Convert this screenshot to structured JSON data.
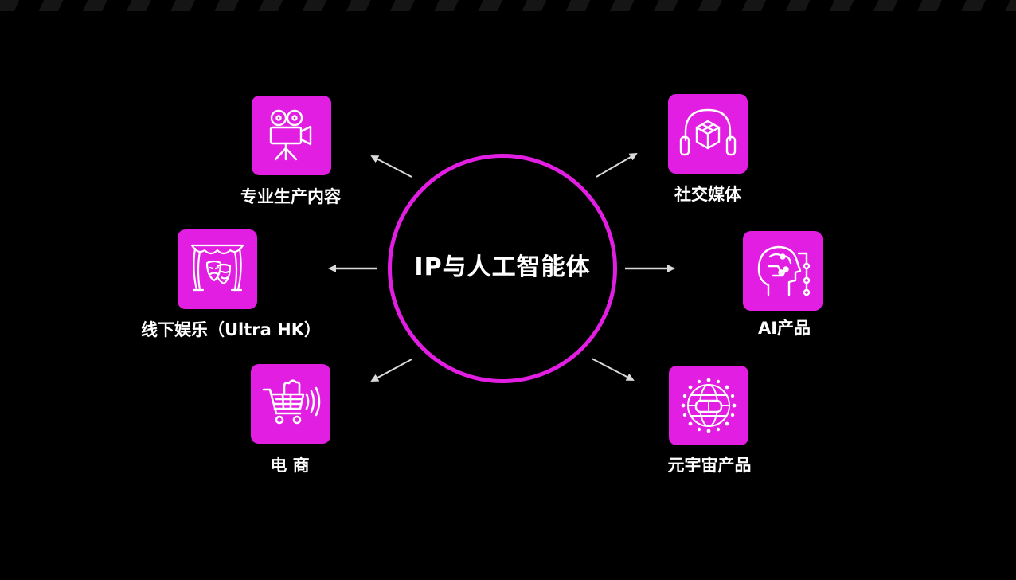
{
  "center": {
    "title": "IP与人工智能体"
  },
  "nodes": [
    {
      "id": "pgc",
      "label": "专业生产内容",
      "icon": "film-camera-icon"
    },
    {
      "id": "offline",
      "label": "线下娱乐（Ultra HK）",
      "icon": "theater-masks-icon"
    },
    {
      "id": "ecommerce",
      "label": "电 商",
      "icon": "shopping-cart-icon"
    },
    {
      "id": "social",
      "label": "社交媒体",
      "icon": "headphones-cube-icon"
    },
    {
      "id": "ai",
      "label": "AI产品",
      "icon": "ai-head-icon"
    },
    {
      "id": "metaverse",
      "label": "元宇宙产品",
      "icon": "vr-globe-icon"
    }
  ],
  "colors": {
    "accent": "#e11ee1",
    "background": "#000000",
    "text": "#ffffff",
    "arrow": "#d9d9d9"
  }
}
